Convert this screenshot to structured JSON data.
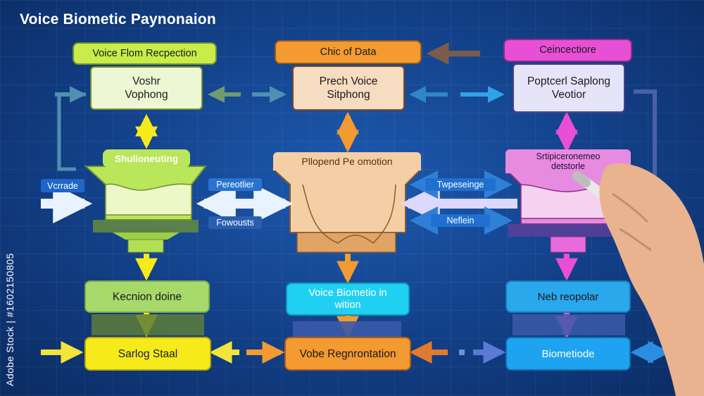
{
  "title": "Voice Biometic Paynоnaion",
  "watermark": "Adobe Stock | #1602150805",
  "row1": {
    "left": {
      "header": "Voice Flom Recpection",
      "body_line1": "Voshr",
      "body_line2": "Vophong"
    },
    "center": {
      "header": "Chic of Data",
      "body_line1": "Prech Voice",
      "body_line2": "Sitphong"
    },
    "right": {
      "header": "Ceincectiore",
      "body_line1": "Poptcerl Saplong",
      "body_line2": "Veotior"
    }
  },
  "row2": {
    "left_label": "Shulioneuting",
    "center_label": "Pllopend Pe omotion",
    "right_label_line1": "Srtipiceronemeo",
    "right_label_line2": "detstorle"
  },
  "chips": {
    "far_left": "Vcrrade",
    "mid_left_top": "Pereotlier",
    "mid_left_bottom": "Fowousts",
    "mid_right_top": "Twpeseinge",
    "mid_right_bottom": "Neflein"
  },
  "row3": {
    "left": "Kecnion doine",
    "center_line1": "Voice Biometio in",
    "center_line2": "wition",
    "right": "Neb reopolar"
  },
  "row4": {
    "left": "Sarlog Staal",
    "center": "Vobe Regnrontation",
    "right": "Biometiode"
  },
  "colors": {
    "background": "#123f86",
    "lime": "#c8ec4a",
    "orange": "#f39a30",
    "magenta": "#e94fd6",
    "yellow": "#f7ea1a",
    "cyan": "#1fd0f2",
    "blue": "#1da3ef"
  }
}
